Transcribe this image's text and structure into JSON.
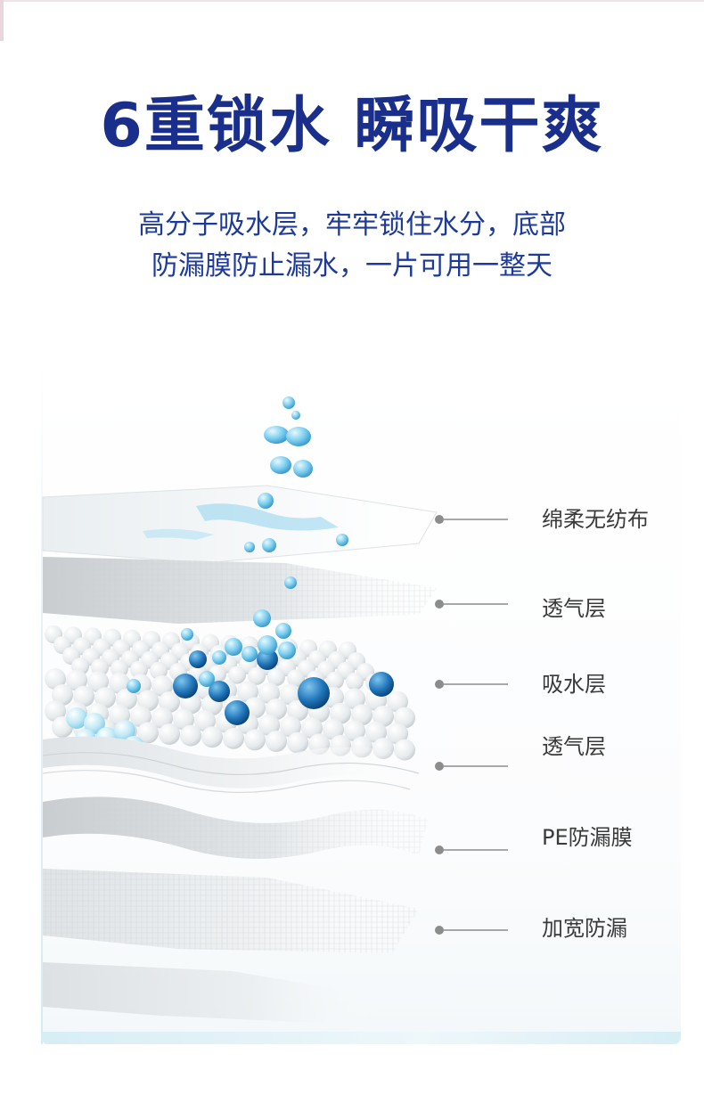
{
  "header": {
    "title": "6重锁水 瞬吸干爽",
    "subtitle_line1": "高分子吸水层，牢牢锁住水分，底部",
    "subtitle_line2": "防漏膜防止漏水，一片可用一整天"
  },
  "layers": [
    {
      "label": "绵柔无纺布"
    },
    {
      "label": "透气层"
    },
    {
      "label": "吸水层"
    },
    {
      "label": "透气层"
    },
    {
      "label": "PE防漏膜"
    },
    {
      "label": "加宽防漏"
    }
  ],
  "colors": {
    "title": "#1a2f8c",
    "subtitle": "#1d3a9a",
    "label": "#3a3a3a",
    "water": "#4fb3e0",
    "bead_blue": "#1a6fb0"
  }
}
